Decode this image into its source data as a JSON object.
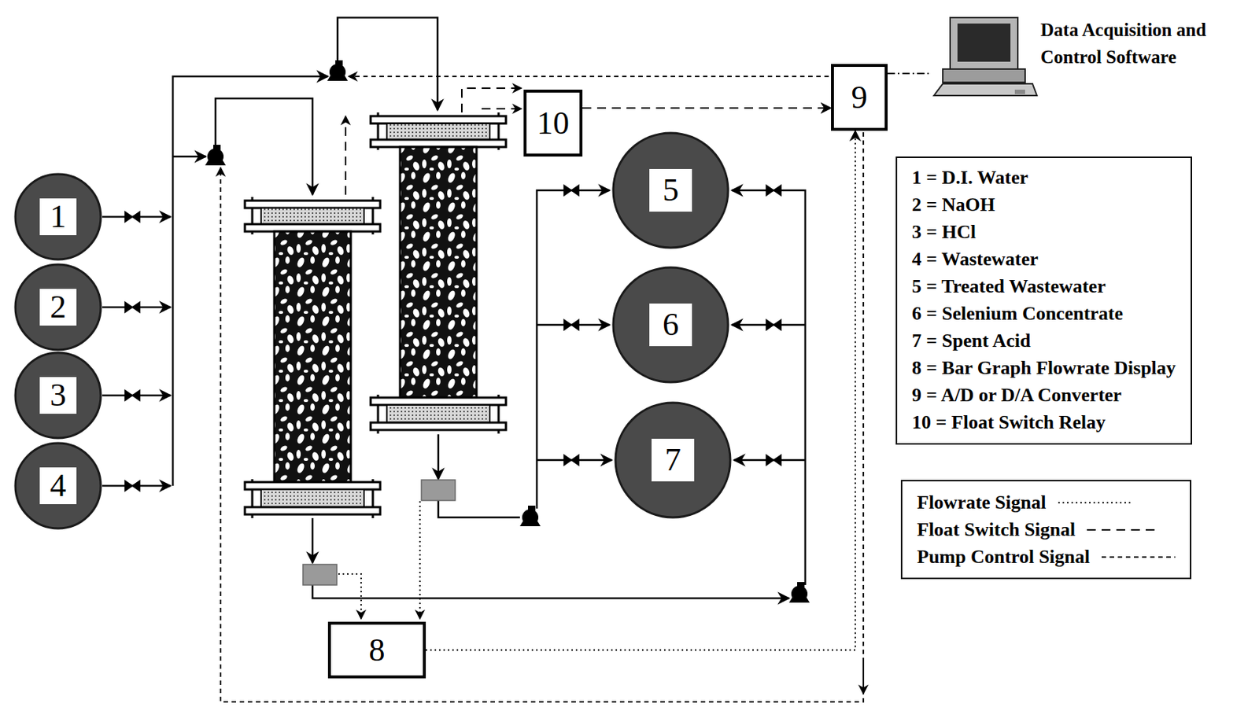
{
  "diagram": {
    "nodes": [
      {
        "text": [
          "1"
        ]
      },
      {
        "text": [
          "2"
        ]
      },
      {
        "text": [
          "3"
        ]
      },
      {
        "text": [
          "4"
        ]
      },
      {
        "text": [
          "5"
        ]
      },
      {
        "text": [
          "6"
        ]
      },
      {
        "text": [
          "7"
        ]
      },
      {
        "text": [
          "8"
        ]
      },
      {
        "text": [
          "9"
        ]
      },
      {
        "text": [
          "10"
        ]
      },
      {
        "text": [
          "Data Acquisition and Control Software"
        ]
      },
      {
        "text": [
          "1 = D.I. Water",
          "2 = NaOH",
          "3 = HCl",
          "4 = Wastewater",
          "5 = Treated Wastewater",
          "6 = Selenium Concentrate",
          "7 = Spent Acid",
          "8 = Bar Graph Flowrate Display",
          "9 = A/D or D/A Converter",
          "10 = Float Switch Relay"
        ]
      }
    ],
    "edges": [
      {
        "from": 9,
        "to": 8,
        "arrow": "to"
      },
      {
        "from": 7,
        "to": 8,
        "arrow": "to"
      },
      {
        "from": 8,
        "to": 10,
        "arrow": "none"
      }
    ],
    "legend": [
      {
        "text": "Flowrate Signal"
      },
      {
        "text": "Float Switch Signal"
      },
      {
        "text": "Pump Control Signal"
      }
    ]
  }
}
